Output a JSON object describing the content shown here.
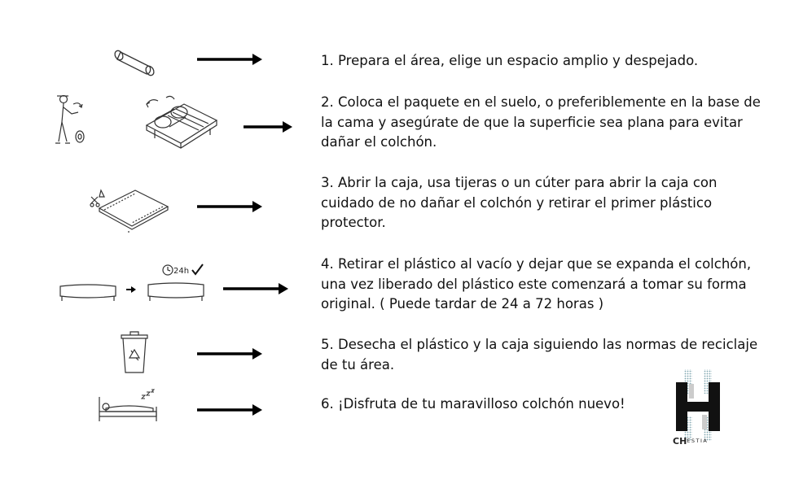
{
  "steps": [
    "1. Prepara el área, elige un espacio amplio y despejado.",
    "2. Coloca el paquete en el suelo, o preferiblemente en la base de la cama y asegúrate de que la superficie sea plana para evitar dañar el colchón.",
    "3. Abrir la caja, usa tijeras o un cúter para abrir la caja con cuidado de no dañar el colchón y retirar el primer plástico protector.",
    "4. Retirar el plástico al vacío y dejar que se expanda el colchón, una vez liberado del plástico este comenzará a tomar su forma original. ( Puede tardar de 24 a 72 horas )",
    "5. Desecha el plástico y la caja siguiendo las normas de reciclaje de tu área.",
    "6. ¡Disfruta de tu maravilloso colchón nuevo!"
  ],
  "timer_label": "24h",
  "brand": {
    "prefix": "CH",
    "suffix": "ESTIA"
  },
  "colors": {
    "text": "#111111",
    "arrow": "#000000",
    "logo": "#111111",
    "logo_accent": "#7fa6b0"
  }
}
